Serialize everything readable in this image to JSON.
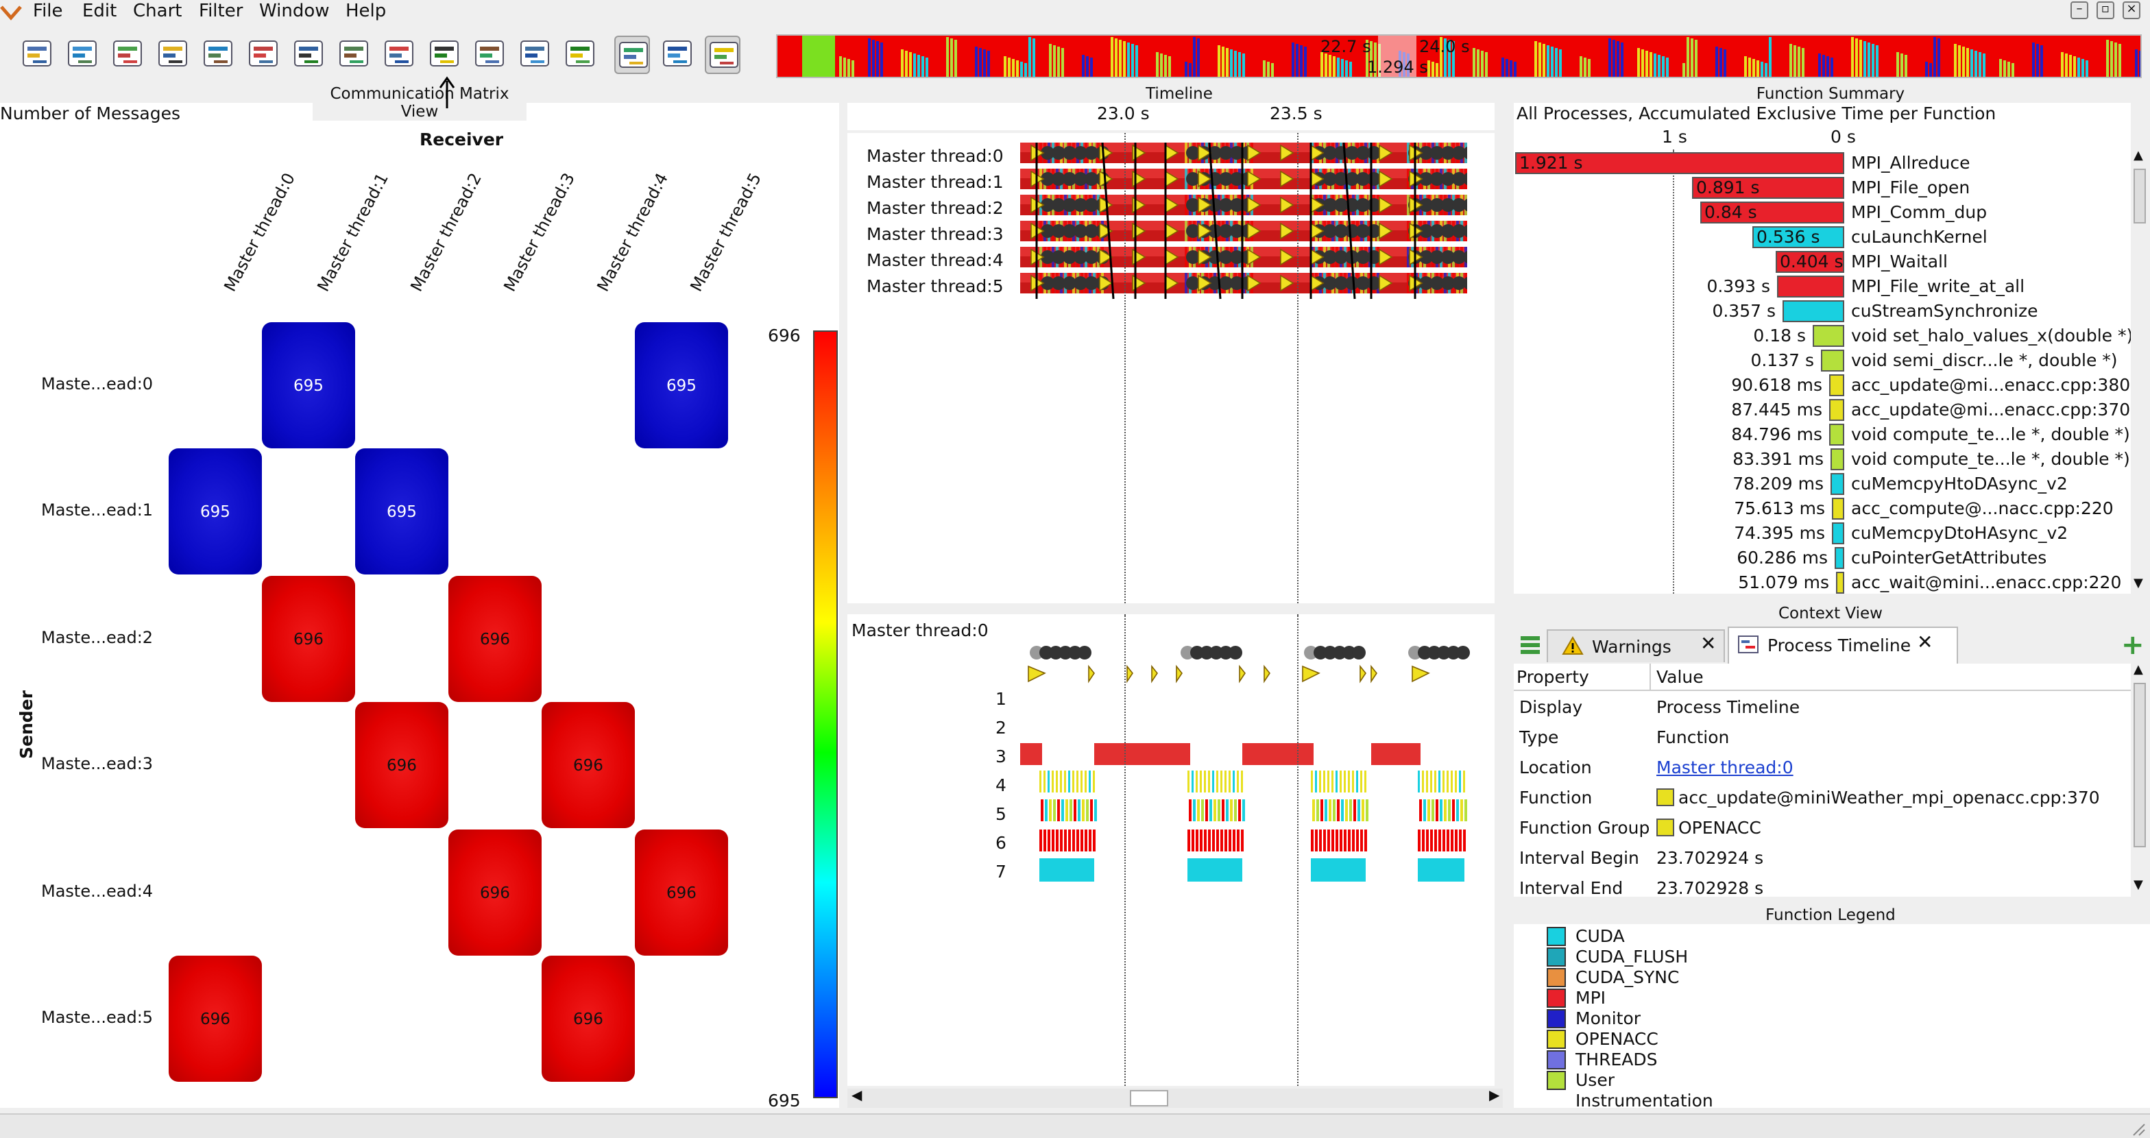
{
  "menu": [
    "File",
    "Edit",
    "Chart",
    "Filter",
    "Window",
    "Help"
  ],
  "overview": {
    "left_time": "22.7 s",
    "right_time": "24.0 s",
    "duration": "1.294 s"
  },
  "matrix": {
    "title": "Communication Matrix View",
    "subtitle": "Number of Messages",
    "receiver_label": "Receiver",
    "sender_label": "Sender",
    "columns": [
      "Master thread:0",
      "Master thread:1",
      "Master thread:2",
      "Master thread:3",
      "Master thread:4",
      "Master thread:5"
    ],
    "rows": [
      "Maste...ead:0",
      "Maste...ead:1",
      "Maste...ead:2",
      "Maste...ead:3",
      "Maste...ead:4",
      "Maste...ead:5"
    ],
    "cells": [
      {
        "row": 0,
        "col": 1,
        "value": "695",
        "color": "blue"
      },
      {
        "row": 0,
        "col": 5,
        "value": "695",
        "color": "blue"
      },
      {
        "row": 1,
        "col": 0,
        "value": "695",
        "color": "blue"
      },
      {
        "row": 1,
        "col": 2,
        "value": "695",
        "color": "blue"
      },
      {
        "row": 2,
        "col": 1,
        "value": "696",
        "color": "red"
      },
      {
        "row": 2,
        "col": 3,
        "value": "696",
        "color": "red"
      },
      {
        "row": 3,
        "col": 2,
        "value": "696",
        "color": "red"
      },
      {
        "row": 3,
        "col": 4,
        "value": "696",
        "color": "red"
      },
      {
        "row": 4,
        "col": 3,
        "value": "696",
        "color": "red"
      },
      {
        "row": 4,
        "col": 5,
        "value": "696",
        "color": "red"
      },
      {
        "row": 5,
        "col": 0,
        "value": "696",
        "color": "red"
      },
      {
        "row": 5,
        "col": 4,
        "value": "696",
        "color": "red"
      }
    ],
    "scale_max": "696",
    "scale_min": "695"
  },
  "timeline": {
    "title": "Timeline",
    "ticks": [
      "23.0 s",
      "23.5 s"
    ],
    "threads": [
      "Master thread:0",
      "Master thread:1",
      "Master thread:2",
      "Master thread:3",
      "Master thread:4",
      "Master thread:5"
    ],
    "process_title": "Master thread:0",
    "levels": [
      "1",
      "2",
      "3",
      "4",
      "5",
      "6",
      "7"
    ]
  },
  "function_summary": {
    "title": "Function Summary",
    "subtitle": "All Processes, Accumulated Exclusive Time per Function",
    "axis": [
      "1 s",
      "0 s"
    ],
    "rows": [
      {
        "value": "1.921 s",
        "name": "MPI_Allreduce",
        "frac": 1.0,
        "color": "#e8212b",
        "inside": true
      },
      {
        "value": "0.891 s",
        "name": "MPI_File_open",
        "frac": 0.464,
        "color": "#e8212b",
        "inside": true
      },
      {
        "value": "0.84 s",
        "name": "MPI_Comm_dup",
        "frac": 0.437,
        "color": "#e8212b",
        "inside": true
      },
      {
        "value": "0.536 s",
        "name": "cuLaunchKernel",
        "frac": 0.279,
        "color": "#19d0e0",
        "inside": true
      },
      {
        "value": "0.404 s",
        "name": "MPI_Waitall",
        "frac": 0.21,
        "color": "#e8212b",
        "inside": true
      },
      {
        "value": "0.393 s",
        "name": "MPI_File_write_at_all",
        "frac": 0.205,
        "color": "#e8212b",
        "inside": false
      },
      {
        "value": "0.357 s",
        "name": "cuStreamSynchronize",
        "frac": 0.186,
        "color": "#19d0e0",
        "inside": false
      },
      {
        "value": "0.18 s",
        "name": "void set_halo_values_x(double *)",
        "frac": 0.094,
        "color": "#b4e03c",
        "inside": false
      },
      {
        "value": "0.137 s",
        "name": "void semi_discr...le *, double *)",
        "frac": 0.071,
        "color": "#b4e03c",
        "inside": false
      },
      {
        "value": "90.618 ms",
        "name": "acc_update@mi...enacc.cpp:380",
        "frac": 0.047,
        "color": "#e8e020",
        "inside": false
      },
      {
        "value": "87.445 ms",
        "name": "acc_update@mi...enacc.cpp:370",
        "frac": 0.046,
        "color": "#e8e020",
        "inside": false
      },
      {
        "value": "84.796 ms",
        "name": "void compute_te...le *, double *)",
        "frac": 0.044,
        "color": "#b4e03c",
        "inside": false
      },
      {
        "value": "83.391 ms",
        "name": "void compute_te...le *, double *)",
        "frac": 0.043,
        "color": "#b4e03c",
        "inside": false
      },
      {
        "value": "78.209 ms",
        "name": "cuMemcpyHtoDAsync_v2",
        "frac": 0.041,
        "color": "#19d0e0",
        "inside": false
      },
      {
        "value": "75.613 ms",
        "name": "acc_compute@...nacc.cpp:220",
        "frac": 0.039,
        "color": "#e8e020",
        "inside": false
      },
      {
        "value": "74.395 ms",
        "name": "cuMemcpyDtoHAsync_v2",
        "frac": 0.039,
        "color": "#19d0e0",
        "inside": false
      },
      {
        "value": "60.286 ms",
        "name": "cuPointerGetAttributes",
        "frac": 0.031,
        "color": "#19d0e0",
        "inside": false
      },
      {
        "value": "51.079 ms",
        "name": "acc_wait@mini...enacc.cpp:220",
        "frac": 0.027,
        "color": "#e8e020",
        "inside": false
      }
    ]
  },
  "context": {
    "title": "Context View",
    "tabs": [
      "Warnings",
      "Process Timeline"
    ],
    "headers": [
      "Property",
      "Value"
    ],
    "props": [
      {
        "k": "Display",
        "v": "Process Timeline"
      },
      {
        "k": "Type",
        "v": "Function"
      },
      {
        "k": "Location",
        "v": "Master thread:0",
        "link": true
      },
      {
        "k": "Function",
        "v": "acc_update@miniWeather_mpi_openacc.cpp:370",
        "swatch": "#e8e020"
      },
      {
        "k": "Function Group",
        "v": "OPENACC",
        "swatch": "#e8e020"
      },
      {
        "k": "Interval Begin",
        "v": "23.702924 s"
      },
      {
        "k": "Interval End",
        "v": "23.702928 s"
      }
    ]
  },
  "legend": {
    "title": "Function Legend",
    "items": [
      {
        "name": "CUDA",
        "color": "#19d0e0"
      },
      {
        "name": "CUDA_FLUSH",
        "color": "#1fa6b8"
      },
      {
        "name": "CUDA_SYNC",
        "color": "#e89040"
      },
      {
        "name": "MPI",
        "color": "#e8212b"
      },
      {
        "name": "Monitor",
        "color": "#2020c8"
      },
      {
        "name": "OPENACC",
        "color": "#e8e020"
      },
      {
        "name": "THREADS",
        "color": "#7070e0"
      },
      {
        "name": "User Instrumentation",
        "color": "#b4e03c"
      }
    ]
  }
}
